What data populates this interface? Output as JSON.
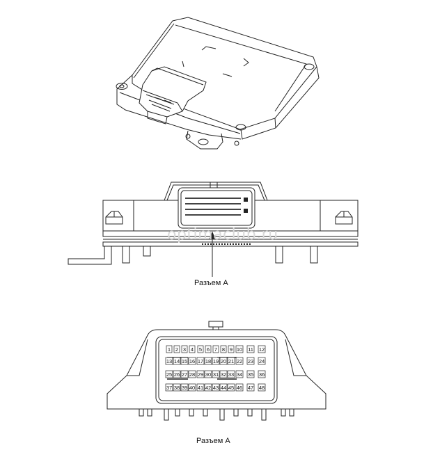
{
  "captions": {
    "middle": "Разъем A",
    "bottom": "Разъем A"
  },
  "watermark": "optimaclub.ru",
  "connector": {
    "rows": [
      [
        "1",
        "2",
        "3",
        "4",
        "5",
        "6",
        "7",
        "8",
        "9",
        "10",
        "11",
        "12"
      ],
      [
        "13",
        "14",
        "15",
        "16",
        "17",
        "18",
        "19",
        "20",
        "21",
        "22",
        "23",
        "24"
      ],
      [
        "25",
        "26",
        "27",
        "28",
        "29",
        "30",
        "31",
        "32",
        "33",
        "34",
        "35",
        "36"
      ],
      [
        "37",
        "38",
        "39",
        "40",
        "41",
        "42",
        "43",
        "44",
        "45",
        "46",
        "47",
        "48"
      ]
    ]
  }
}
